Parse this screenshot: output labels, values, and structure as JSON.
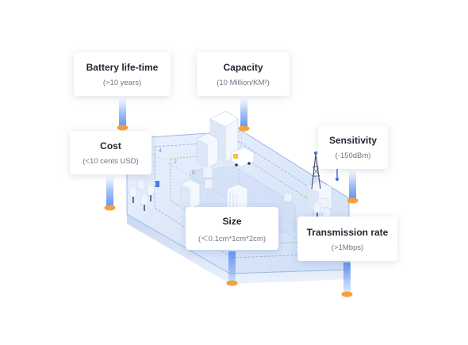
{
  "cards": {
    "battery": {
      "title": "Battery life-time",
      "value": "(>10 years)"
    },
    "capacity": {
      "title": "Capacity",
      "value": "(10 Million/KM²)"
    },
    "cost": {
      "title": "Cost",
      "value": "(<10 cents USD)"
    },
    "sensitivity": {
      "title": "Sensitivity",
      "value": "(-150dBm)"
    },
    "size": {
      "title": "Size",
      "value": "(＜0.1cm*1cm*2cm)"
    },
    "transmission": {
      "title": "Transmission rate",
      "value": "(>1Mbps)"
    }
  },
  "map_labels": {
    "ring_outer": "4",
    "ring_mid": "2",
    "ring_inner": "0"
  },
  "colors": {
    "platform": "#dce8fb",
    "platform_edge": "#9db8e0",
    "pillar": "#5b8ff0",
    "pillar_cap": "#f4a23b",
    "building": "#eef3fc",
    "accent_green": "#7cc46a",
    "card_shadow": "#28467a"
  }
}
